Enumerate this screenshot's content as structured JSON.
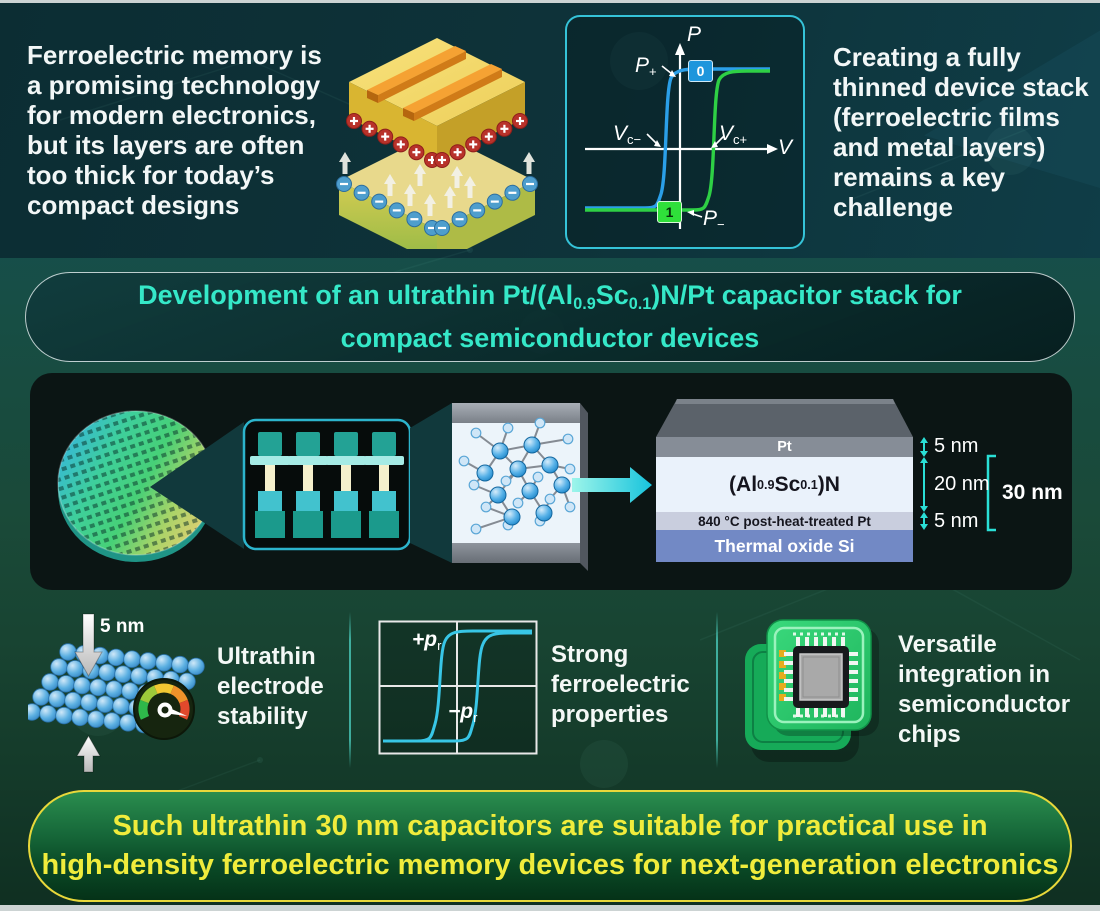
{
  "top_left": {
    "lines": [
      "Ferroelectric memory is",
      "a promising technology",
      "for modern electronics,",
      "but its layers are often",
      "too thick for today’s",
      "compact designs"
    ]
  },
  "top_right": {
    "lines": [
      "Creating a fully",
      "thinned device stack",
      "(ferroelectric films",
      "and metal layers)",
      "remains a key",
      "challenge"
    ]
  },
  "pv_plot": {
    "y_axis": "P",
    "x_axis": "V",
    "p_plus_base": "P",
    "p_plus_sub": "+",
    "p_minus_base": "P",
    "p_minus_sub": "−",
    "vc_minus_base": "V",
    "vc_minus_sub": "c−",
    "vc_plus_base": "V",
    "vc_plus_sub": "c+",
    "badge_zero": "0",
    "badge_one": "1",
    "curve_blue": "#2b9fe8",
    "curve_green": "#2ed045"
  },
  "banner": {
    "line1_a": "Development of an ultrathin Pt/(Al",
    "line1_sub1": "0.9",
    "line1_b": "Sc",
    "line1_sub2": "0.1",
    "line1_c": ")N/Pt capacitor stack for",
    "line2": "compact semiconductor devices",
    "text_color": "#35e8c8"
  },
  "stack": {
    "layer_top": "Pt",
    "layer_fe_a": "(Al",
    "layer_fe_sub1": "0.9",
    "layer_fe_b": "Sc",
    "layer_fe_sub2": "0.1",
    "layer_fe_c": ")N",
    "layer_bottom": "840 °C post-heat-treated Pt",
    "layer_substrate": "Thermal oxide Si",
    "dim_top": "5 nm",
    "dim_mid": "20 nm",
    "dim_bottom": "5 nm",
    "dim_total": "30 nm"
  },
  "features": {
    "f1": {
      "annotation": "5 nm",
      "lines": [
        "Ultrathin",
        "electrode",
        "stability"
      ]
    },
    "f2": {
      "pr_plus_base": "+p",
      "pr_plus_sub": "r",
      "pr_minus_base": "−p",
      "pr_minus_sub": "r",
      "lines": [
        "Strong",
        "ferroelectric",
        "properties"
      ]
    },
    "f3": {
      "lines": [
        "Versatile",
        "integration in",
        "semiconductor",
        "chips"
      ]
    }
  },
  "conclusion": {
    "lines": [
      "Such ultrathin 30 nm capacitors are suitable for practical use in",
      "high-density ferroelectric memory devices for next-generation electronics"
    ],
    "text_color": "#f0ec3c",
    "border_color": "#e8d83a"
  },
  "colors": {
    "accent_cyan": "#2cb4cc",
    "band_bg": "#0b1514",
    "top_bg": "#0d3138",
    "dim_arrow": "#2adfd6"
  }
}
